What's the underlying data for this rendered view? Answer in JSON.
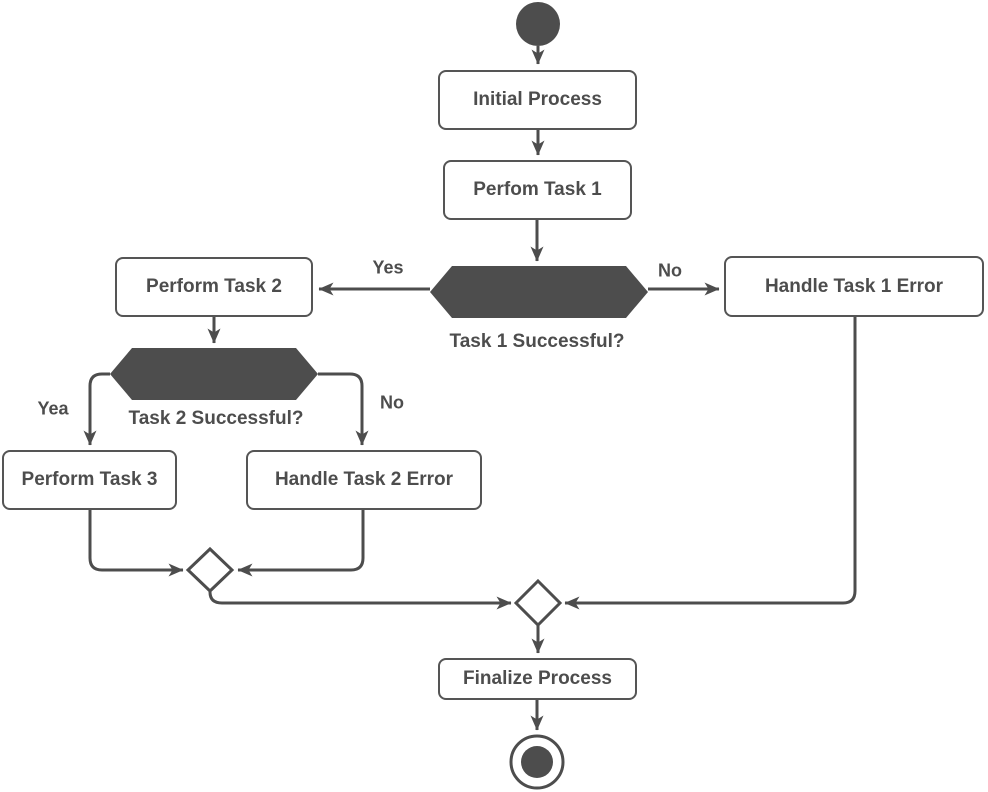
{
  "diagram": {
    "type": "uml-activity-diagram",
    "colors": {
      "shape_dark": "#4d4d4d",
      "line": "#4d4d4d",
      "node_fill": "#ffffff",
      "node_border": "#555555",
      "text": "#4d4d4d",
      "background": "#ffffff"
    },
    "nodes": {
      "initial_process": "Initial Process",
      "perform_task_1": "Perfom Task 1",
      "perform_task_2": "Perform Task 2",
      "handle_task_1_error": "Handle Task 1 Error",
      "perform_task_3": "Perform Task 3",
      "handle_task_2_error": "Handle Task 2 Error",
      "finalize_process": "Finalize Process"
    },
    "decisions": {
      "task1": {
        "caption": "Task 1 Successful?",
        "yes_label": "Yes",
        "no_label": "No"
      },
      "task2": {
        "caption": "Task 2 Successful?",
        "yes_label": "Yea",
        "no_label": "No"
      }
    }
  }
}
